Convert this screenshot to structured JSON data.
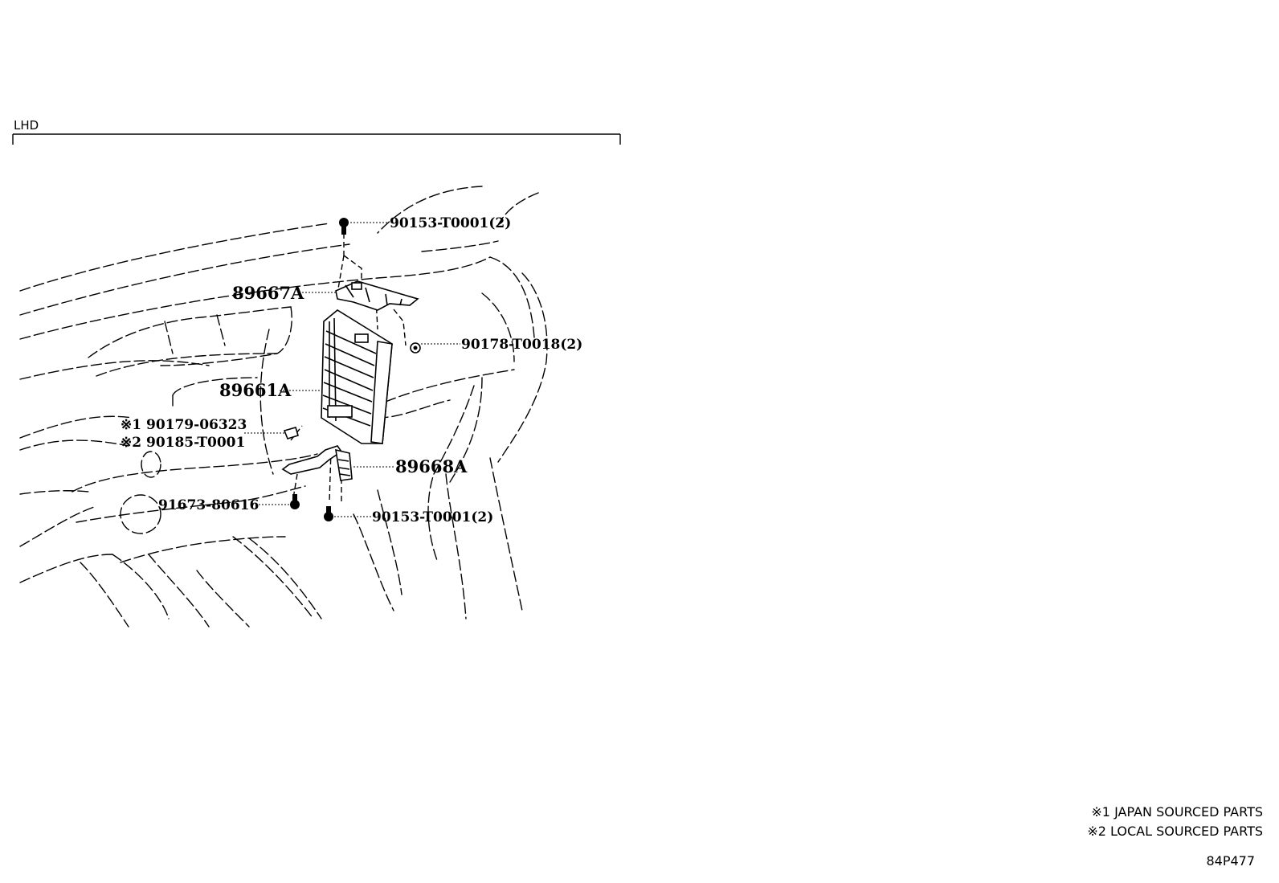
{
  "diagram": {
    "section_label": "LHD",
    "parts": {
      "p1": "90153-T0001(2)",
      "p2": "89667A",
      "p3": "90178-T0018(2)",
      "p4": "89661A",
      "p5": "※1 90179-06323",
      "p6": "※2 90185-T0001",
      "p7": "89668A",
      "p8": "91673-80616",
      "p9": "90153-T0001(2)"
    },
    "notes": {
      "n1": "※1 JAPAN SOURCED PARTS",
      "n2": "※2 LOCAL SOURCED PARTS"
    },
    "code": "84P477"
  }
}
